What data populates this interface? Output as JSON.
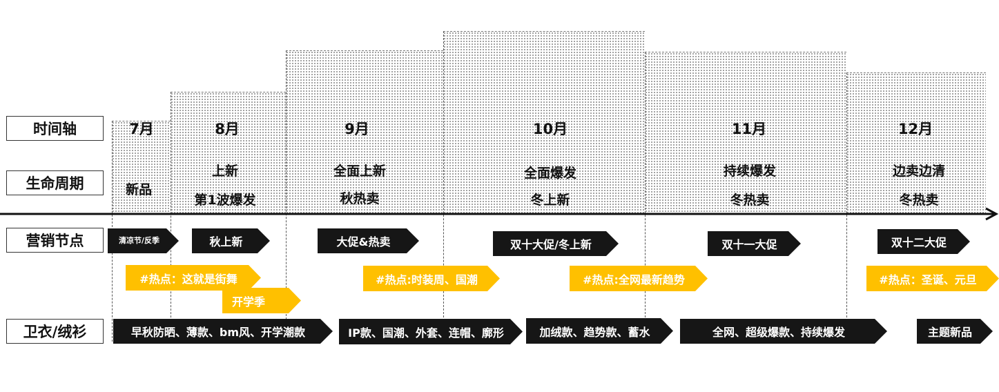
{
  "row_labels": {
    "timeline": "时间轴",
    "lifecycle": "生命周期",
    "marketing": "营销节点",
    "product": "卫衣/绒衫"
  },
  "months": [
    {
      "month": "7月",
      "life": [
        "新品"
      ]
    },
    {
      "month": "8月",
      "life": [
        "上新",
        "第1波爆发"
      ]
    },
    {
      "month": "9月",
      "life": [
        "全面上新",
        "秋热卖"
      ]
    },
    {
      "month": "10月",
      "life": [
        "全面爆发",
        "冬上新"
      ]
    },
    {
      "month": "11月",
      "life": [
        "持续爆发",
        "冬热卖"
      ]
    },
    {
      "month": "12月",
      "life": [
        "边卖边清",
        "冬热卖"
      ]
    }
  ],
  "marketing_nodes": [
    "清凉节/反季",
    "秋上新",
    "大促&热卖",
    "双十大促/冬上新",
    "双十一大促",
    "双十二大促"
  ],
  "hotspots": [
    "#热点：这就是街舞",
    "开学季",
    "#热点:时装周、国潮",
    "#热点:全网最新趋势",
    "#热点：圣诞、元旦"
  ],
  "products": [
    "早秋防晒、薄款、bm风、开学潮款",
    "IP款、国潮、外套、连帽、廓形",
    "加绒款、趋势款、蓄水",
    "全网、超级爆款、持续爆发",
    "主题新品"
  ],
  "colors": {
    "accent_yellow": "#ffc000",
    "tag_black": "#161616",
    "dots": "#8a8a8a"
  }
}
